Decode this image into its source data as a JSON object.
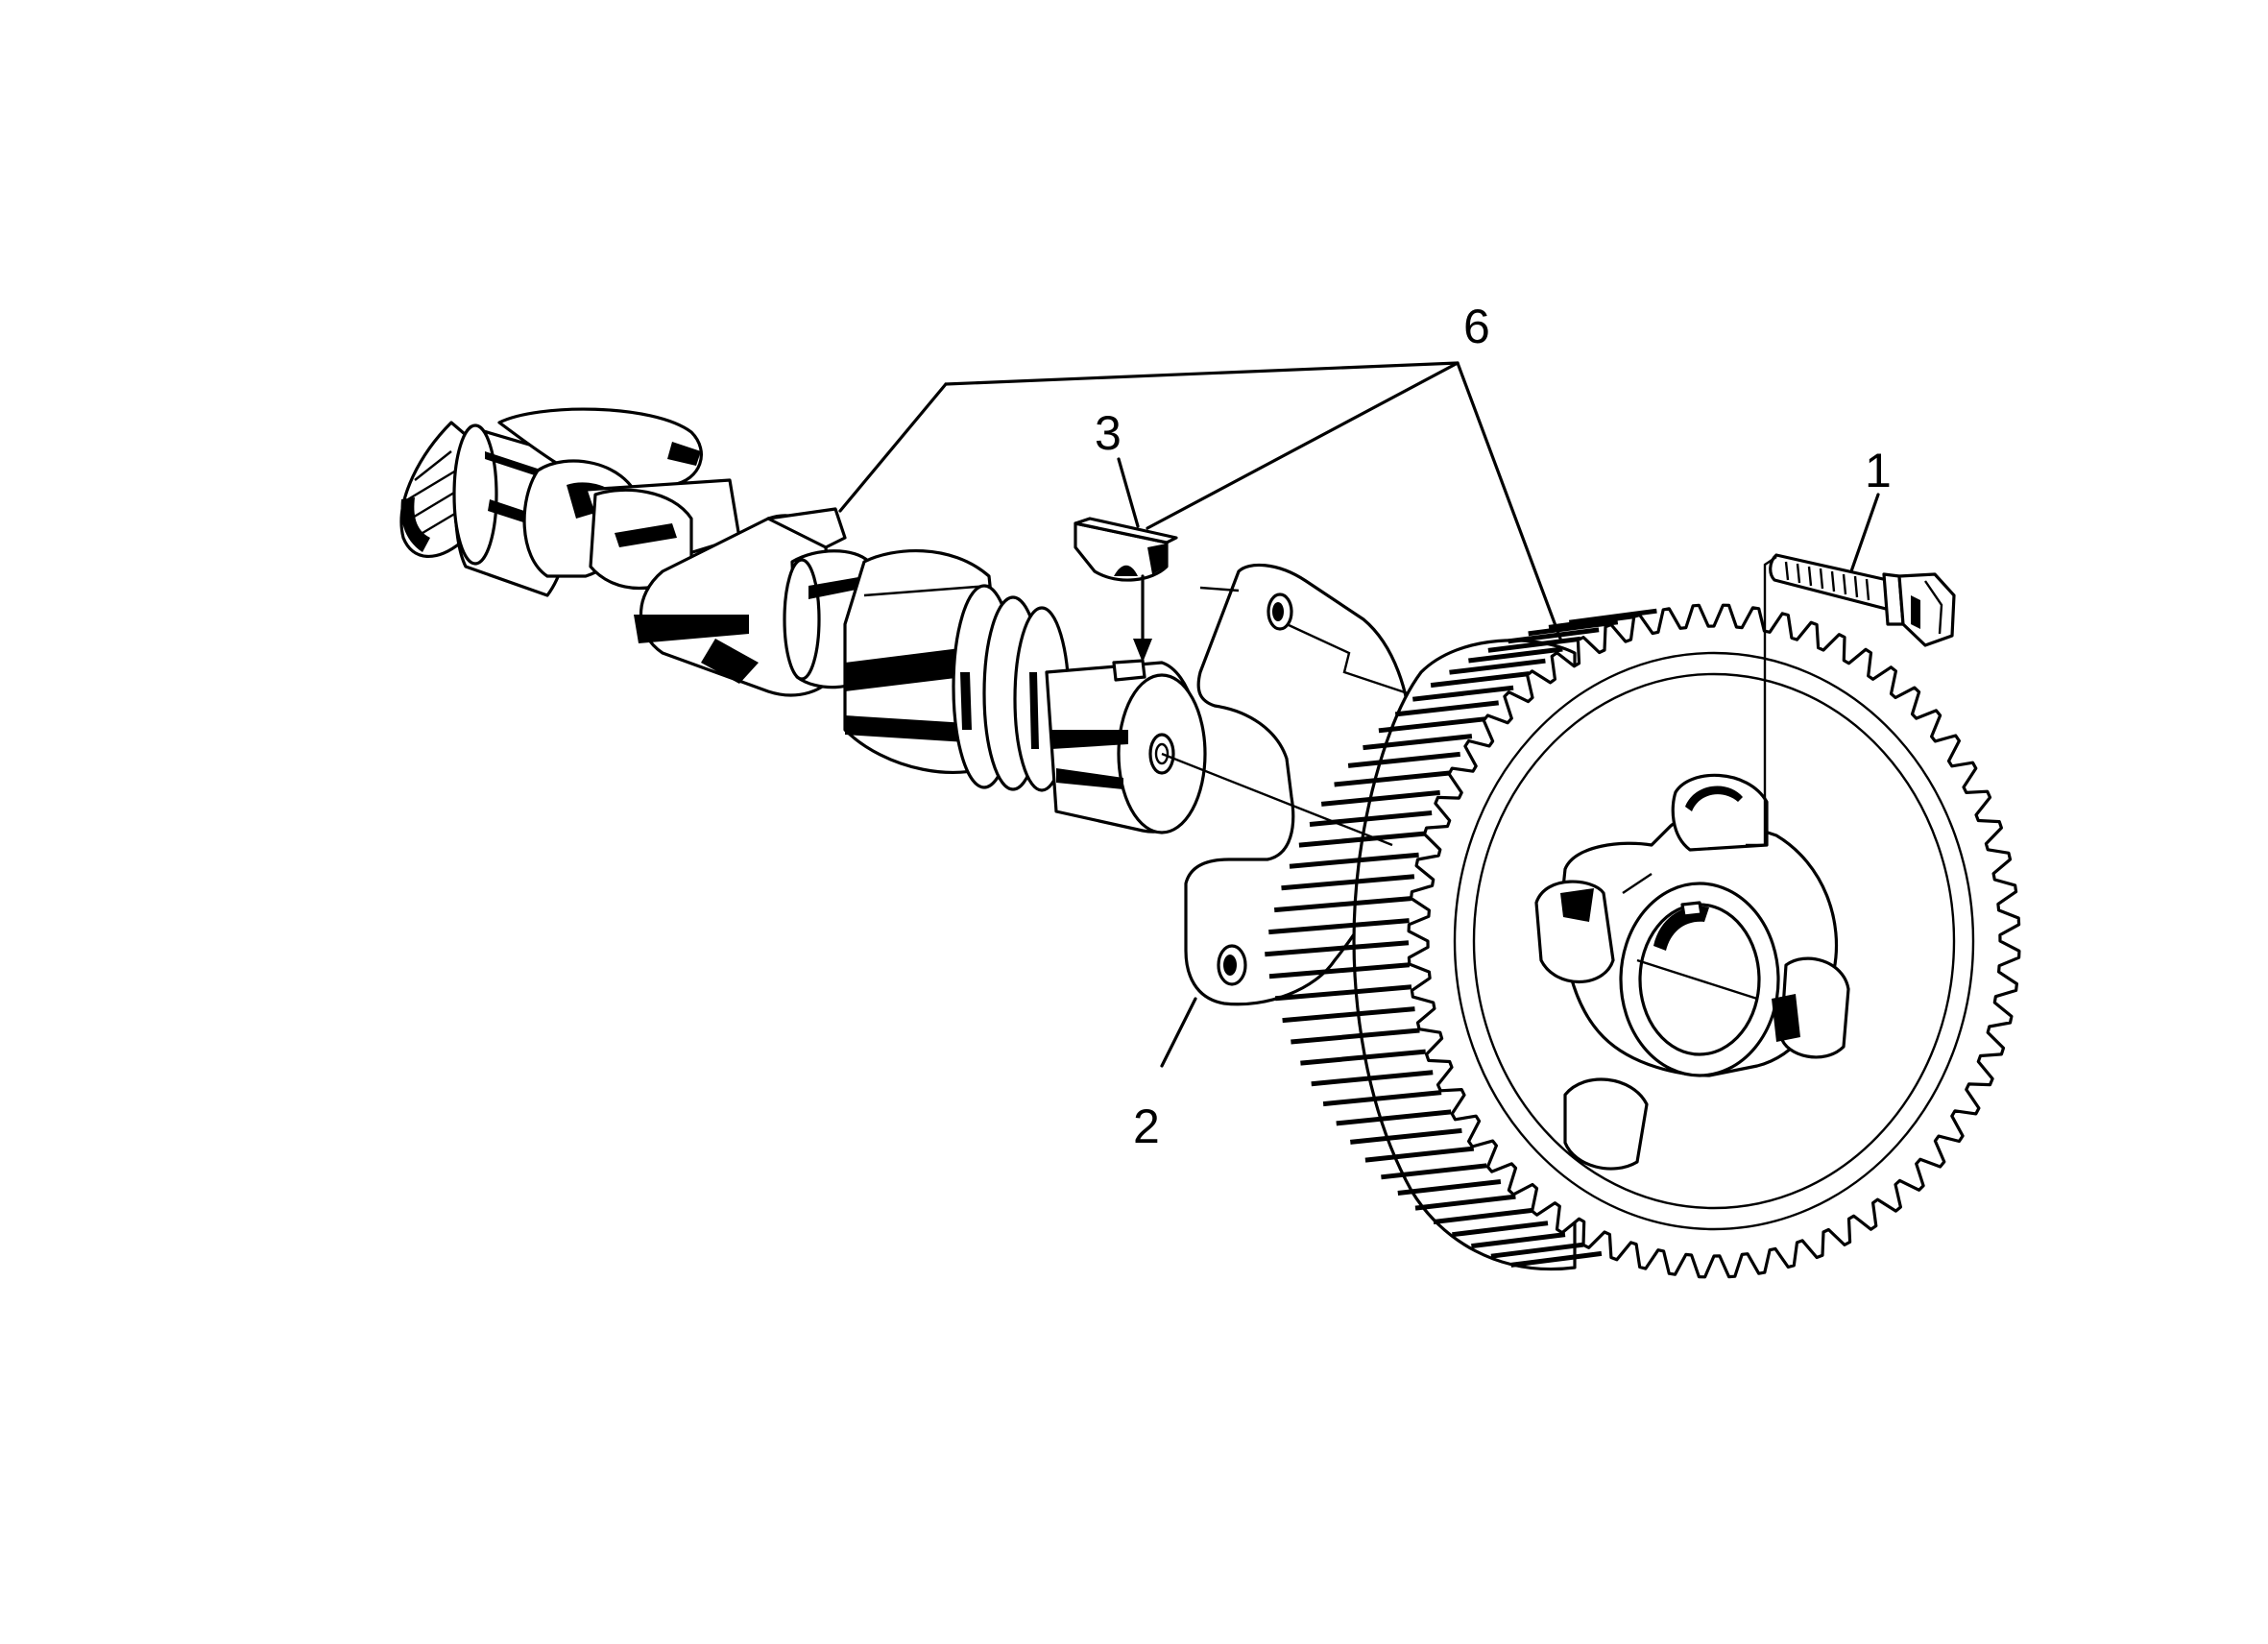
{
  "callouts": {
    "bolt": "1",
    "thrust_plate": "2",
    "key": "3",
    "camshaft_group": "6"
  },
  "colors": {
    "ink": "#000000",
    "paper": "#ffffff"
  }
}
